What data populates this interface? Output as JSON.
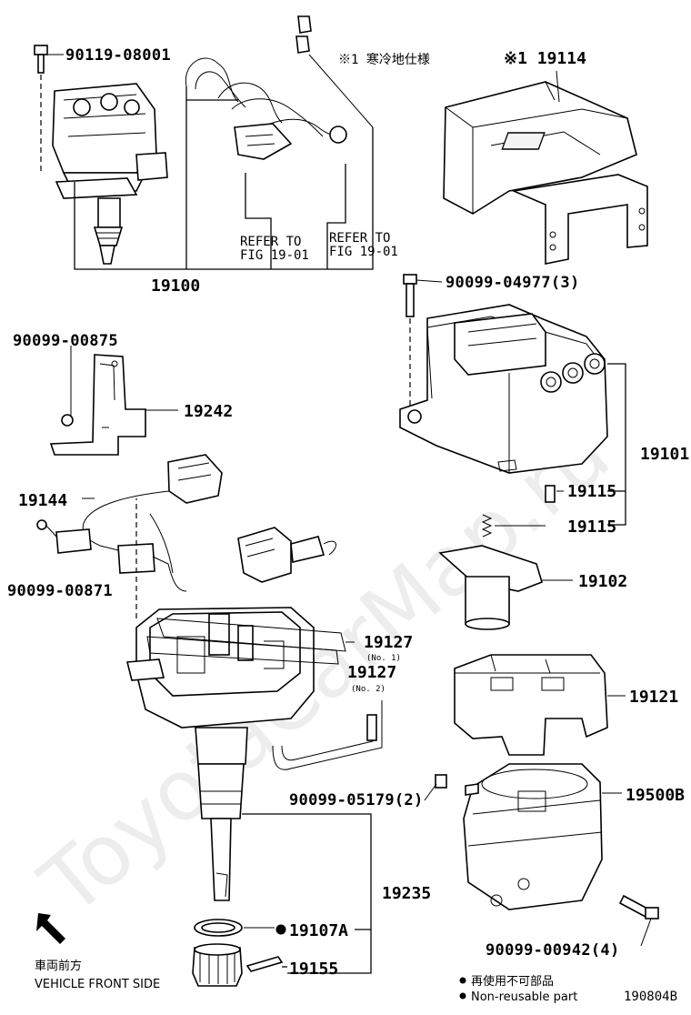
{
  "labels": {
    "p90119": "90119-08001",
    "cold_spec": "※1 寒冷地仕様",
    "p19114": "※1 19114",
    "refer1_a": "REFER TO",
    "refer1_b": "FIG 19-01",
    "refer2_a": "REFER TO",
    "refer2_b": "FIG 19-01",
    "p19100": "19100",
    "p90099_04977": "90099-04977(3)",
    "p90099_00875": "90099-00875",
    "p19242": "19242",
    "p19101": "19101",
    "p19144": "19144",
    "p19115a": "19115",
    "p19115b": "19115",
    "p90099_00871": "90099-00871",
    "p19102": "19102",
    "p19127a": "19127",
    "p19127a_sub": "(No. 1)",
    "p19127b": "19127",
    "p19127b_sub": "(No. 2)",
    "p19121": "19121",
    "p90099_05179": "90099-05179(2)",
    "p19500b": "19500B",
    "p19235": "19235",
    "p90099_00942": "90099-00942(4)",
    "p19107a": "19107A",
    "p19155": "19155",
    "front_jp": "車両前方",
    "front_en": "VEHICLE FRONT SIDE",
    "legend_jp": "再使用不可部品",
    "legend_en": "Non-reusable part",
    "figure_code": "190804B",
    "watermark": "ToyotaCarMap.ru"
  }
}
